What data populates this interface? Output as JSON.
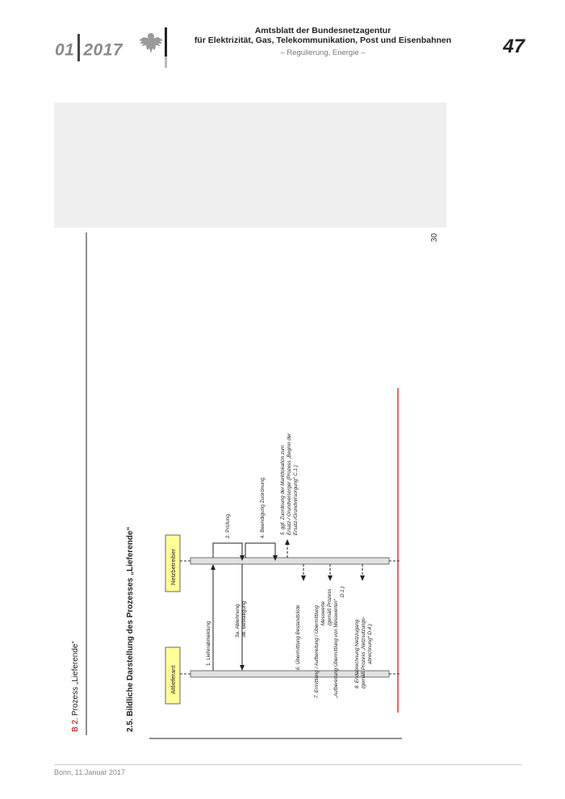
{
  "header": {
    "issue_number": "01",
    "issue_year": "2017",
    "title_line1": "Amtsblatt der Bundesnetzagentur",
    "title_line2": "für Elektrizität, Gas, Telekommunikation, Post und Eisenbahnen",
    "subtitle": "– Regulierung, Energie –",
    "page_number": "47"
  },
  "footer": {
    "text": "Bonn, 11.Januar 2017"
  },
  "page_side_number": "30",
  "section": {
    "prefix": "B 2.",
    "title": "Prozess „Lieferende“",
    "heading": "2.5. Bildliche Darstellung des Prozesses „Lieferende“"
  },
  "diagram": {
    "lane_left": "Altlieferant",
    "lane_right": "Netzbetreiber",
    "msg1": "1. Lieferabmeldung",
    "msg2": "2. Prüfung",
    "msg3a": "3a. Ablehnung",
    "msg3b": "3b. Bestätigung",
    "msg4": "4. Beendigung Zuordnung",
    "msg5_l1": "5. ggf. Zuordnung der Marktlokation zum",
    "msg5_l2": "Ersatz-/ Grundversorger (Prozess „Beginn der",
    "msg5_l3": "Ersatz-/Grundversorgung“ C.1.)",
    "msg6": "6. Übermittlung Bestandsliste",
    "msg7_l1": "7. Ermittlung / Aufbereitung / Übermittlung",
    "msg7_l2": "Messwerte",
    "msg7_l3": "(gemäß Prozess",
    "msg7_l4": "„Aufbereitung Übermittlung von Messwerten“",
    "msg7_l5": "D.1.)",
    "msg8_l1": "8. Endabrechnung Netzzugang",
    "msg8_l2": "(gemäß Prozess „Netznutzungs-",
    "msg8_l3": "abrechnung“ D.4.)"
  }
}
